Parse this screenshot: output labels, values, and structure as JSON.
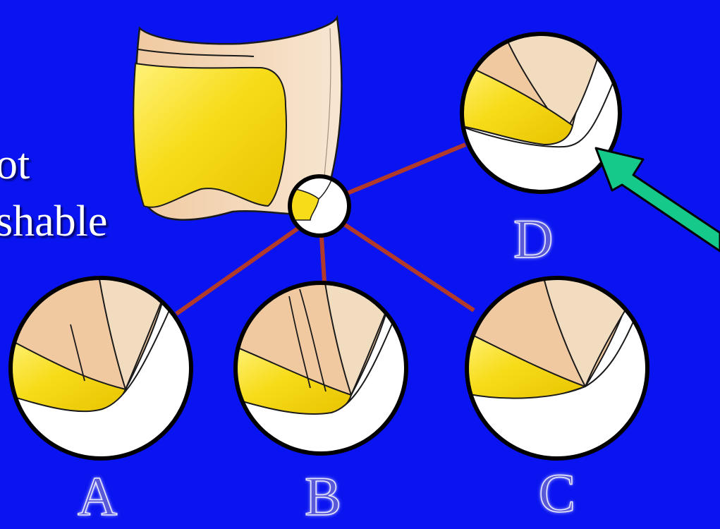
{
  "side_text": {
    "line1": "ot",
    "line2": "shable"
  },
  "labels": {
    "a": "A",
    "b": "B",
    "c": "C",
    "d": "D"
  },
  "colors": {
    "background": "#0a14f0",
    "connector": "#b23a2a",
    "arrow": "#14c98a",
    "enamel_yellow": "#f7dc1a",
    "tooth_tan": "#f0c9a0",
    "root_light": "#f2dcc0",
    "label_fill": "#5a5ad8"
  },
  "icons": {
    "arrow": "arrow-icon",
    "tooth": "tooth-icon"
  }
}
